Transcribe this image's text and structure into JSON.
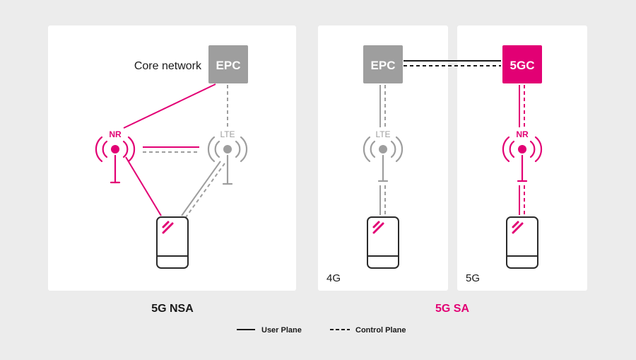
{
  "colors": {
    "background": "#ececec",
    "panel": "#ffffff",
    "magenta": "#e20074",
    "gray": "#9e9e9e",
    "dark": "#1a1a1a",
    "box_text": "#ffffff"
  },
  "nsa": {
    "core_label": "Core network",
    "epc": "EPC",
    "nr": "NR",
    "lte": "LTE",
    "caption": "5G NSA"
  },
  "sa": {
    "caption": "5G SA",
    "left": {
      "epc": "EPC",
      "lte": "LTE",
      "tag": "4G"
    },
    "right": {
      "core": "5GC",
      "nr": "NR",
      "tag": "5G"
    }
  },
  "legend": {
    "user_plane": "User Plane",
    "control_plane": "Control Plane"
  },
  "icons": [
    "antenna-icon",
    "smartphone-icon"
  ]
}
